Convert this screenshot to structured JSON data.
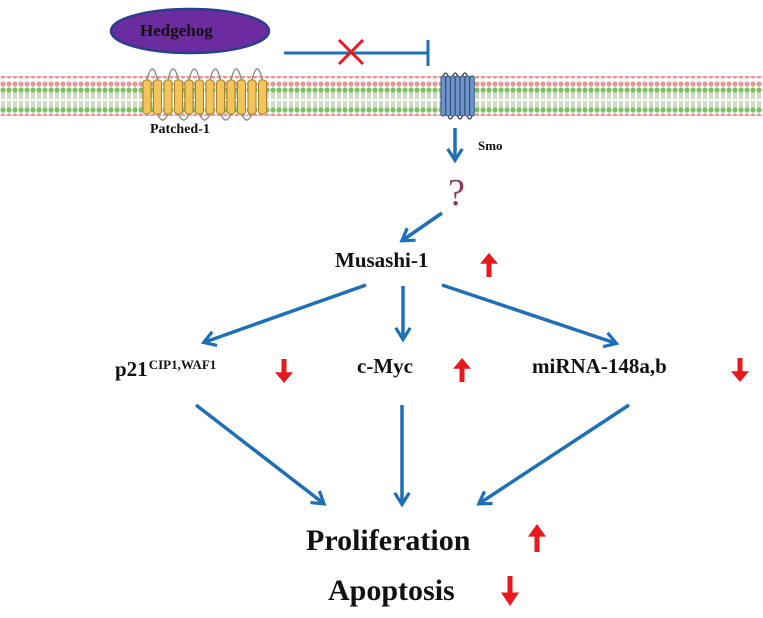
{
  "diagram": {
    "ligand": {
      "label": "Hedgehog",
      "color": "#6a2c9e"
    },
    "receptor": {
      "label": "Patched-1",
      "color": "#f2c45a"
    },
    "transducer": {
      "label": "Smo",
      "color": "#6f94c9"
    },
    "unknown_mediator": {
      "label": "?"
    },
    "hub": {
      "label": "Musashi-1",
      "change": "up"
    },
    "targets": [
      {
        "label": "p21",
        "superscript": "CIP1,WAF1",
        "change": "down"
      },
      {
        "label": "c-Myc",
        "change": "up"
      },
      {
        "label": "miRNA-148a,b",
        "change": "down"
      }
    ],
    "outcomes": [
      {
        "label": "Proliferation",
        "change": "up"
      },
      {
        "label": "Apoptosis",
        "change": "down"
      }
    ],
    "colors": {
      "arrow": "#1f6fb6",
      "change_arrow": "#e8191d",
      "inhibition_cross": "#e8191d",
      "membrane_head_pink": "#e39a9a",
      "membrane_head_green": "#7cc060"
    }
  }
}
